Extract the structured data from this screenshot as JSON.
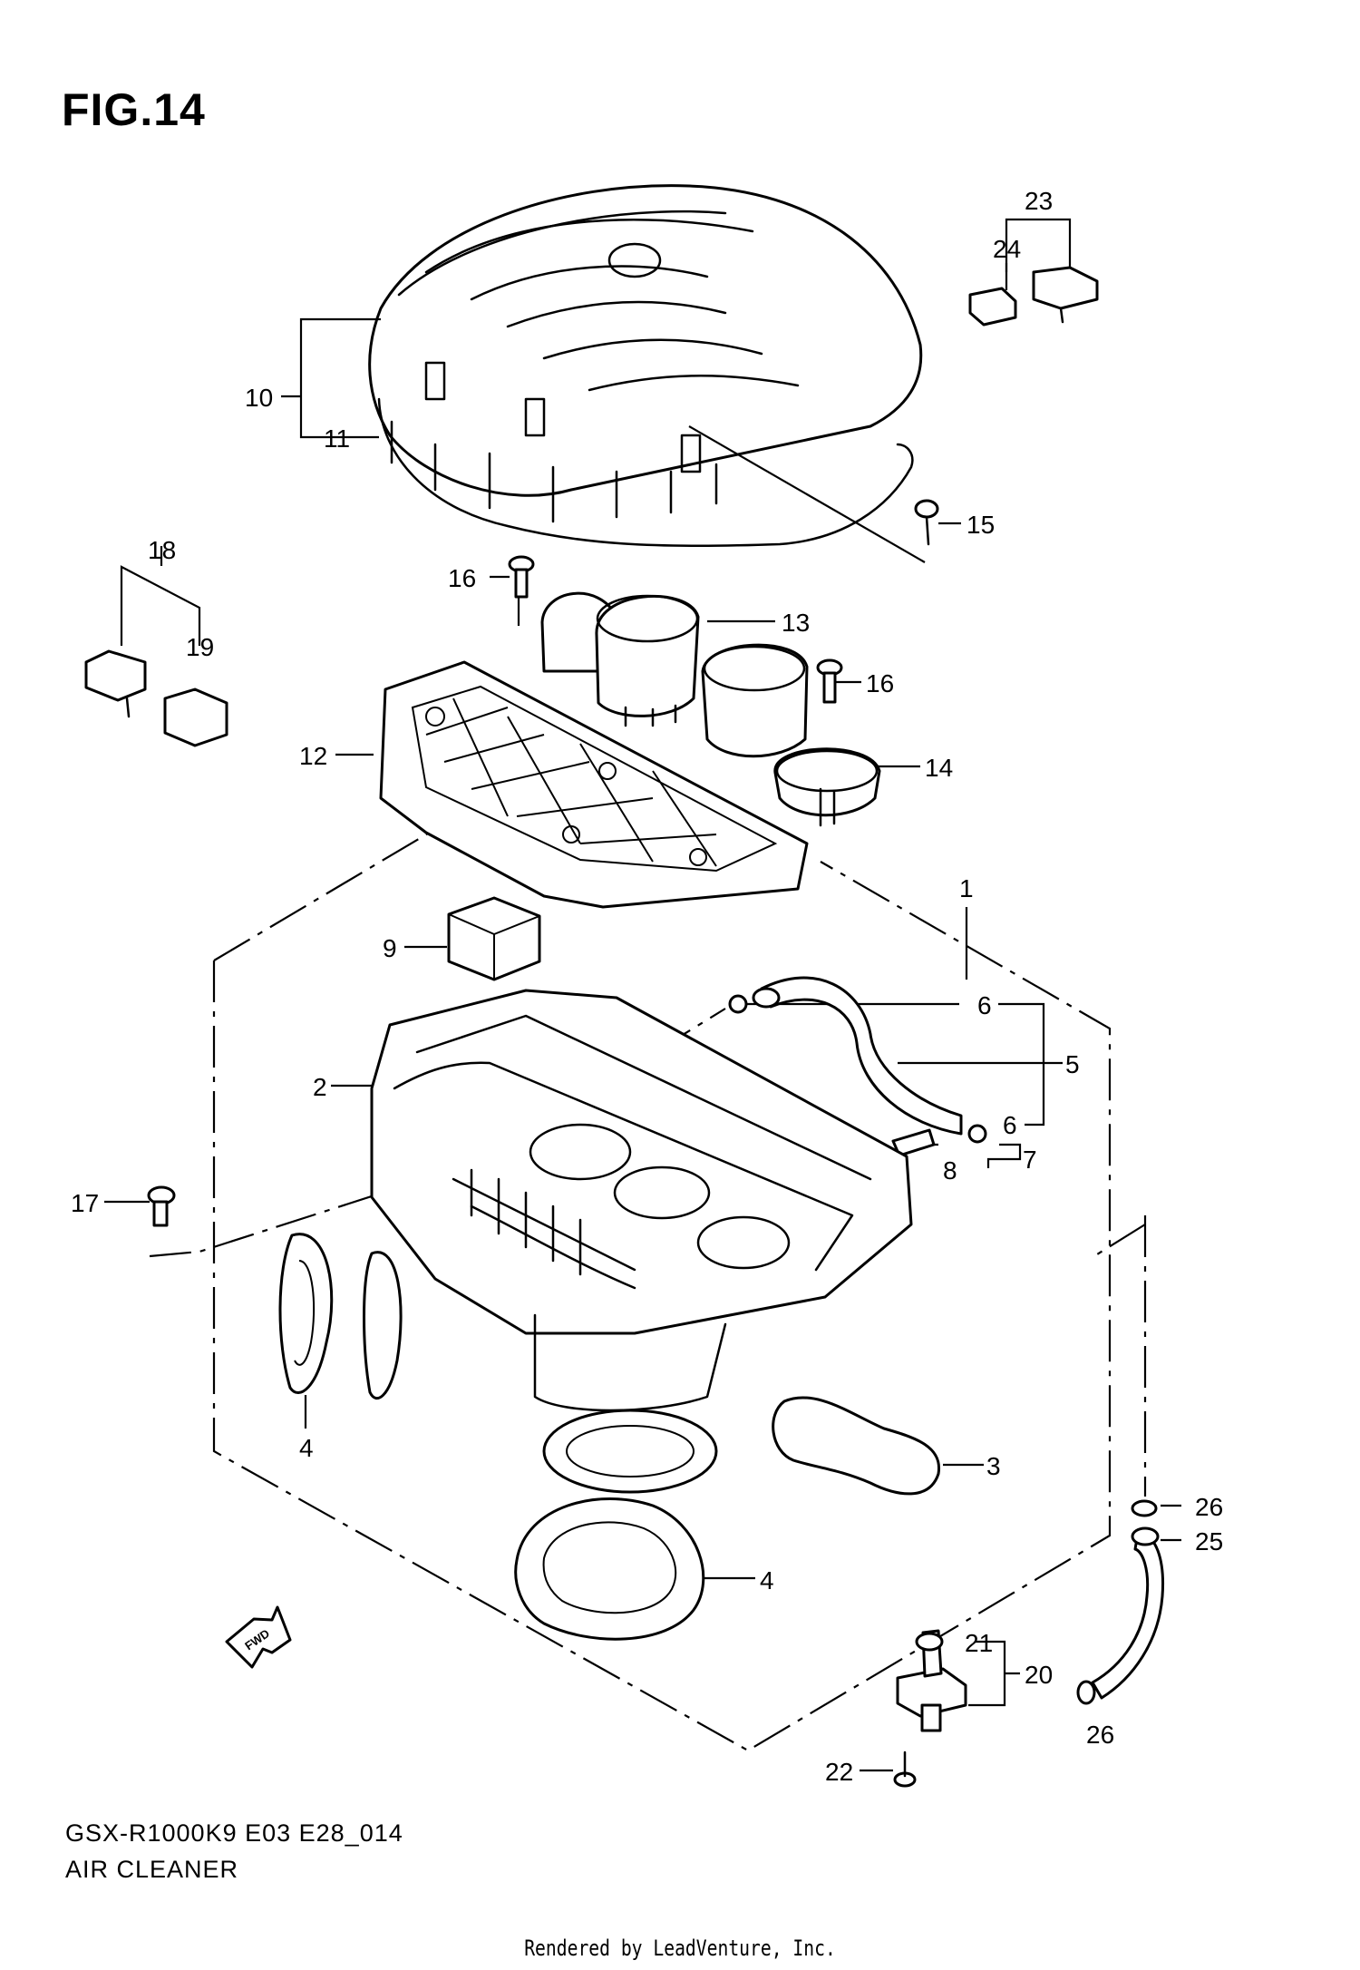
{
  "figure_title": "FIG.14",
  "model_code": "GSX-R1000K9 E03 E28_014",
  "assembly_name": "AIR CLEANER",
  "credit": "Rendered by LeadVenture, Inc.",
  "fwd_label": "FWD",
  "callouts": {
    "c1": "1",
    "c2": "2",
    "c3": "3",
    "c4a": "4",
    "c4b": "4",
    "c5": "5",
    "c6a": "6",
    "c6b": "6",
    "c7": "7",
    "c8": "8",
    "c9": "9",
    "c10": "10",
    "c11": "11",
    "c12": "12",
    "c13": "13",
    "c14": "14",
    "c15": "15",
    "c16a": "16",
    "c16b": "16",
    "c17": "17",
    "c18": "18",
    "c19": "19",
    "c20": "20",
    "c21": "21",
    "c22": "22",
    "c23": "23",
    "c24": "24",
    "c25": "25",
    "c26a": "26",
    "c26b": "26"
  }
}
